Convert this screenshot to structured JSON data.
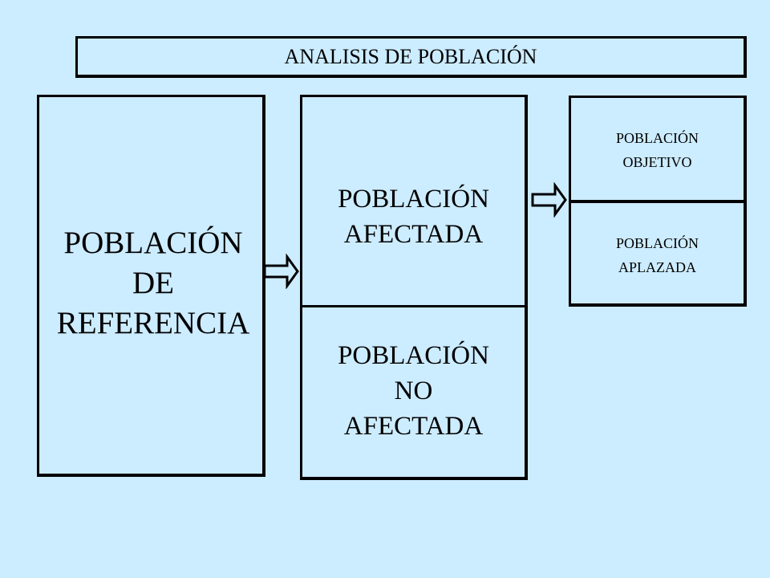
{
  "title": "ANALISIS DE POBLACIÓN",
  "boxes": {
    "referencia": [
      "POBLACIÓN",
      "DE",
      "REFERENCIA"
    ],
    "afectada": [
      "POBLACIÓN",
      "AFECTADA"
    ],
    "no_afectada": [
      "POBLACIÓN",
      "NO",
      "AFECTADA"
    ],
    "objetivo": [
      "POBLACIÓN",
      "OBJETIVO"
    ],
    "aplazada": [
      "POBLACIÓN",
      "APLAZADA"
    ]
  },
  "icons": {
    "arrow_1": "right-arrow-icon",
    "arrow_2": "right-arrow-icon"
  },
  "colors": {
    "background": "#CCECFF",
    "border": "#000000",
    "text": "#000000"
  }
}
